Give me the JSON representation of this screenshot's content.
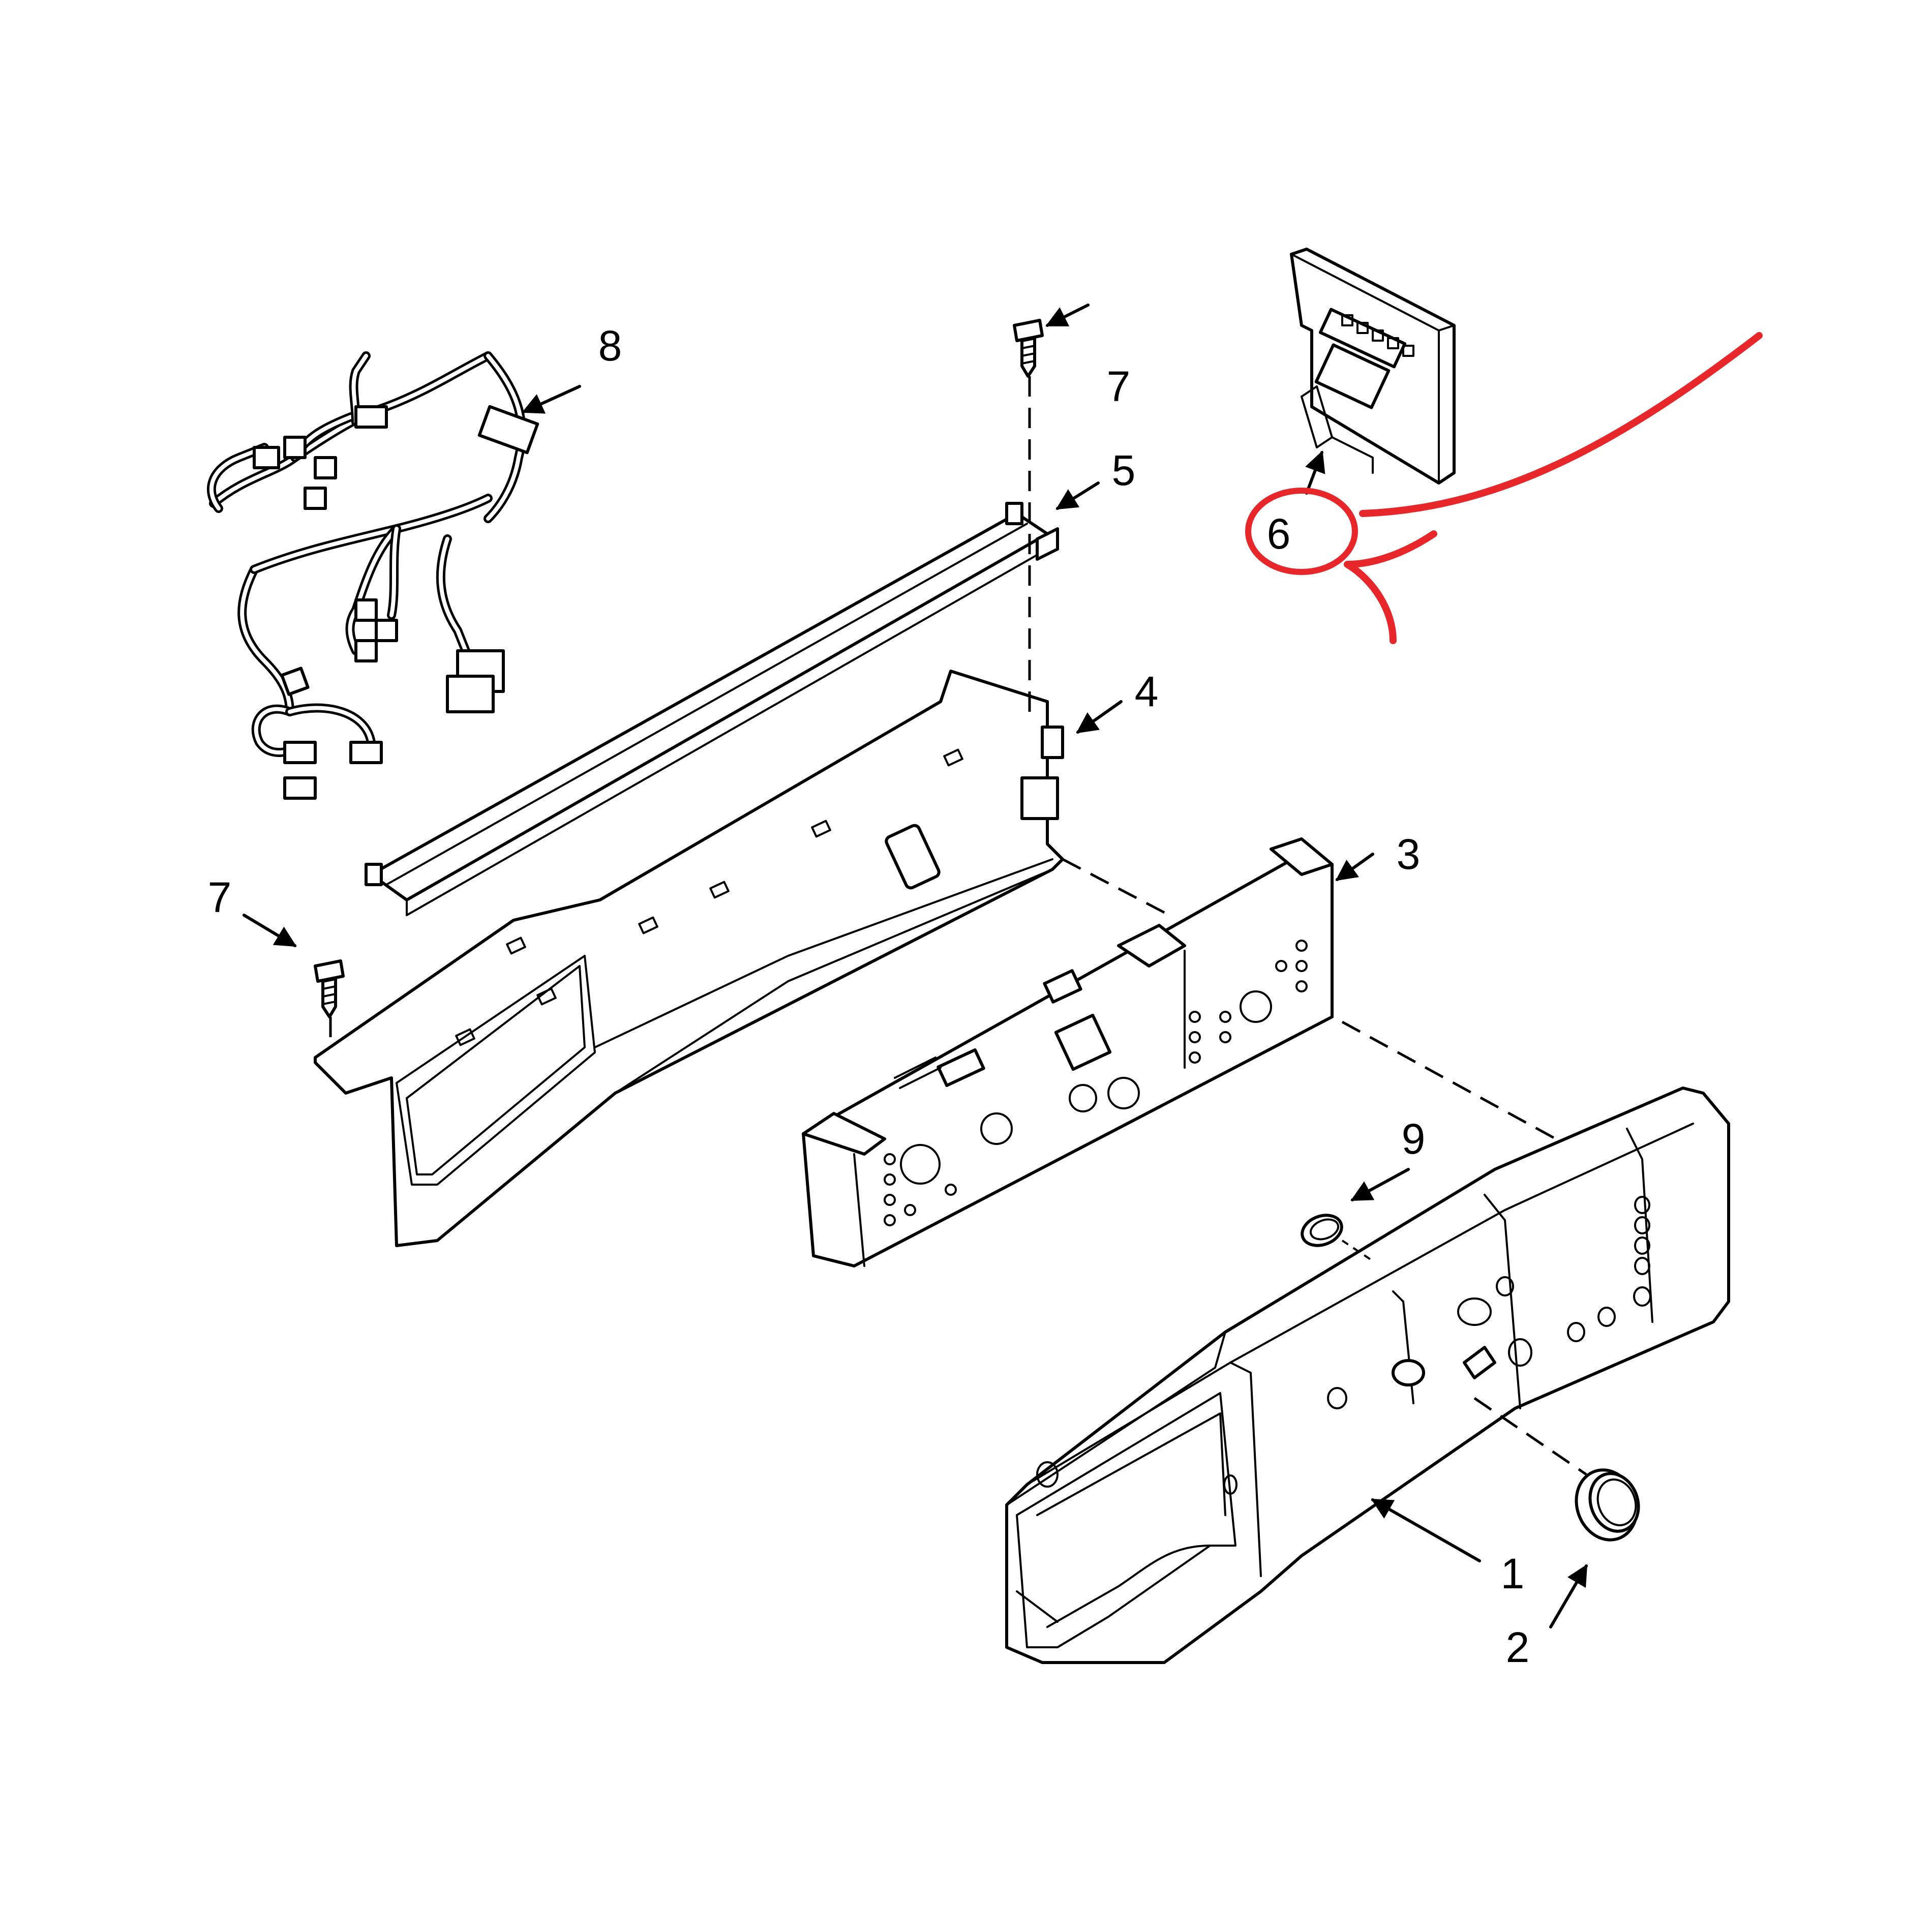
{
  "callouts": {
    "c1": "1",
    "c2": "2",
    "c3": "3",
    "c4": "4",
    "c5": "5",
    "c6": "6",
    "c7a": "7",
    "c7b": "7",
    "c8": "8",
    "c9": "9"
  },
  "highlight": {
    "color": "#e8272a",
    "target": "6"
  }
}
